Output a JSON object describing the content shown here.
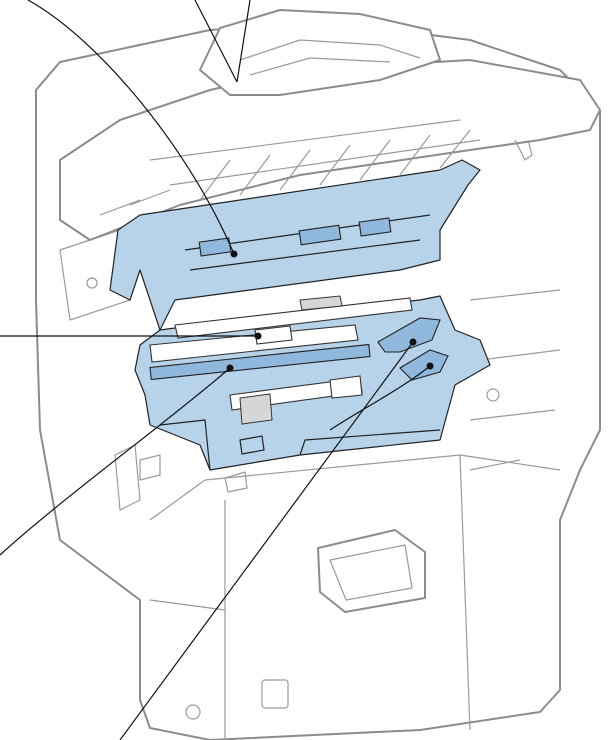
{
  "figure": {
    "subject": "printer-open-top-cover-cleaning-diagram",
    "colors": {
      "outline": "#8c8c8c",
      "highlight_parts": "#b7d3ea",
      "leader_lines": "#111111"
    },
    "callouts": [
      {
        "id": "top-cover-interior"
      },
      {
        "id": "corona-wire-area"
      },
      {
        "id": "transfer-roller"
      },
      {
        "id": "paper-guide-lever"
      },
      {
        "id": "side-lever"
      }
    ]
  }
}
